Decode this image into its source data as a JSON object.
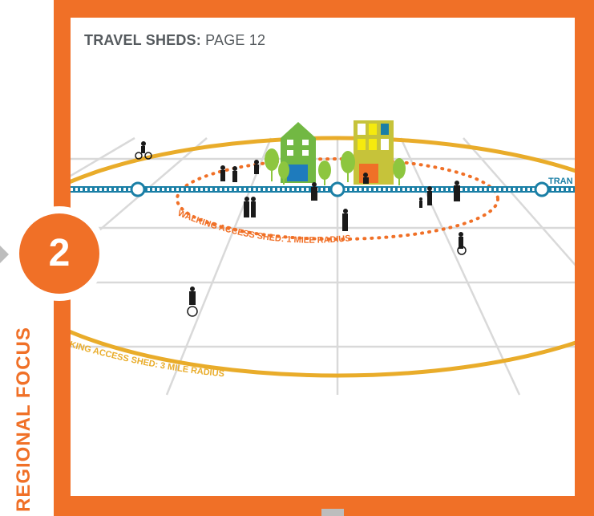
{
  "header": {
    "prefix": "TRAVEL SHEDS:",
    "page": "PAGE 12"
  },
  "badge": {
    "number": "2"
  },
  "section": {
    "label": "REGIONAL FOCUS"
  },
  "sheds": {
    "walking": "WALKING ACCESS SHED: 1 MILE RADIUS",
    "biking": "KING ACCESS SHED: 3 MILE RADIUS"
  },
  "transit": {
    "label": "TRAN"
  },
  "colors": {
    "frame": "#f07027",
    "walking_shed": "#f07027",
    "biking_shed": "#e9ac2a",
    "transit_line": "#1a7fa6",
    "grid": "#d9d9d9",
    "tree": "#8dc63f",
    "building_green": "#72b843",
    "building_yellow": "#c6c33a"
  }
}
